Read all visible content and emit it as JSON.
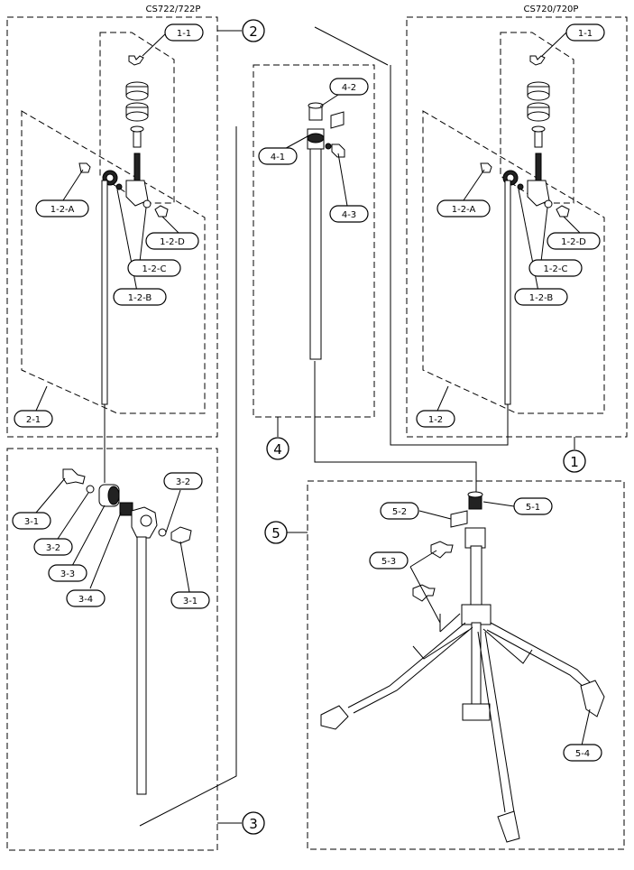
{
  "models": {
    "left": "CS722/722P",
    "right": "CS720/720P"
  },
  "assemblies": {
    "a1": "1",
    "a2": "2",
    "a3": "3",
    "a4": "4",
    "a5": "5"
  },
  "labels": {
    "l_1_1": "1-1",
    "l_1_2_a": "1-2-A",
    "l_1_2_b": "1-2-B",
    "l_1_2_c": "1-2-C",
    "l_1_2_d": "1-2-D",
    "l_2_1": "2-1",
    "r_1_1": "1-1",
    "r_1_2_a": "1-2-A",
    "r_1_2_b": "1-2-B",
    "r_1_2_c": "1-2-C",
    "r_1_2_d": "1-2-D",
    "r_1_2": "1-2",
    "p_3_1a": "3-1",
    "p_3_2a": "3-2",
    "p_3_3": "3-3",
    "p_3_4": "3-4",
    "p_3_2b": "3-2",
    "p_3_1b": "3-1",
    "p_4_1": "4-1",
    "p_4_2": "4-2",
    "p_4_3": "4-3",
    "p_5_1": "5-1",
    "p_5_2": "5-2",
    "p_5_3": "5-3",
    "p_5_4": "5-4"
  }
}
